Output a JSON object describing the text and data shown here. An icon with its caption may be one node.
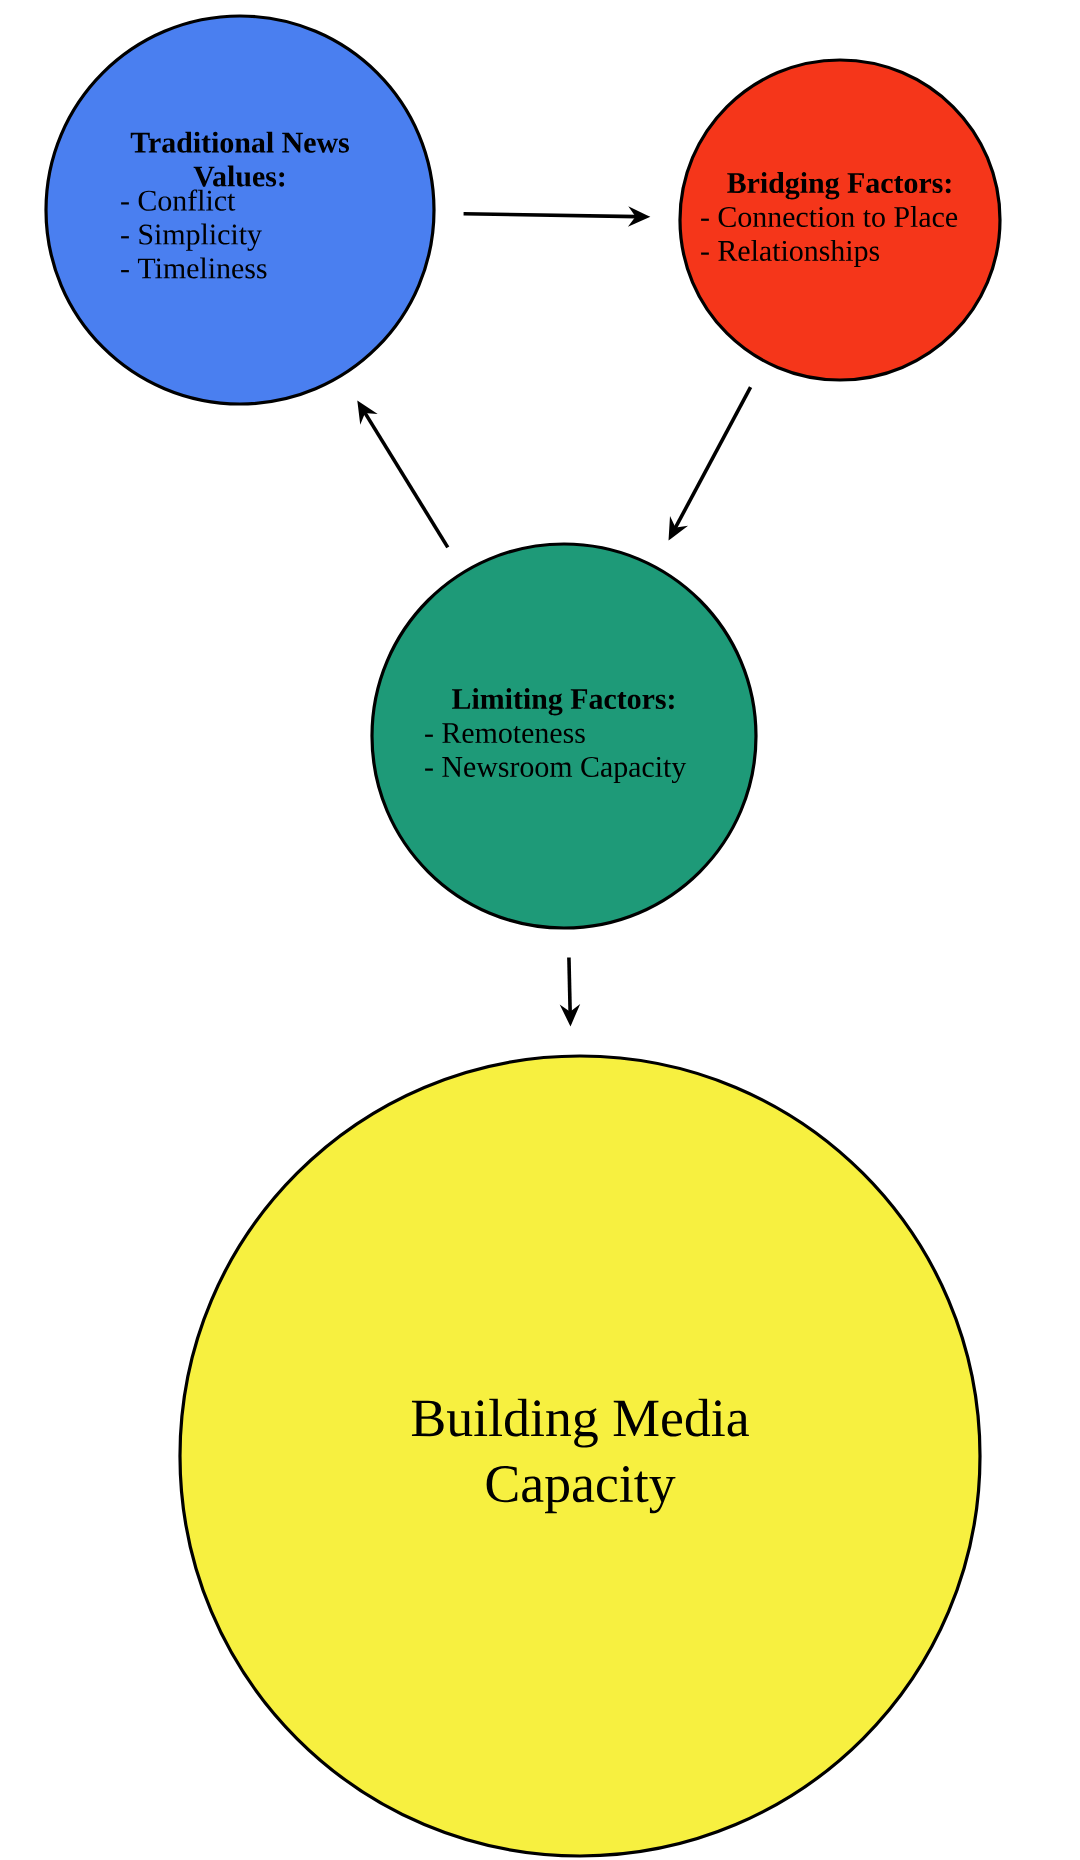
{
  "diagram": {
    "nodes": [
      {
        "text": [
          "Traditional News Values:",
          "- Conflict",
          "- Simplicity",
          "- Timeliness"
        ]
      },
      {
        "text": [
          "Bridging Factors:",
          "- Connection to Place",
          "- Relationships"
        ]
      },
      {
        "text": [
          "Limiting Factors:",
          "- Remoteness",
          "- Newsroom Capacity"
        ]
      },
      {
        "text": [
          "Building Media Capacity"
        ]
      }
    ],
    "edges": [
      {
        "from": 0,
        "to": 1,
        "arrow": "to"
      },
      {
        "from": 1,
        "to": 2,
        "arrow": "to"
      },
      {
        "from": 2,
        "to": 0,
        "arrow": "to"
      },
      {
        "from": 2,
        "to": 3,
        "arrow": "to"
      }
    ]
  }
}
